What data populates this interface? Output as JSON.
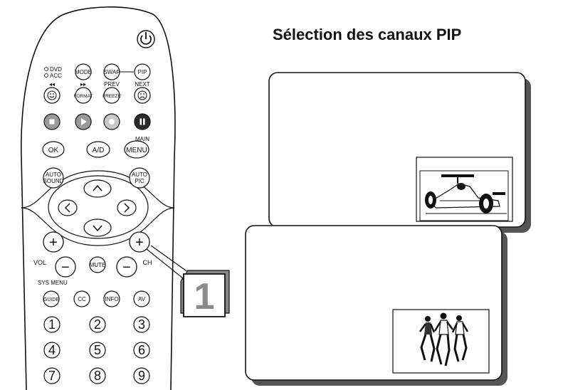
{
  "page": {
    "title": "Sélection des canaux PIP"
  },
  "remote": {
    "status_dvd": "DVD",
    "status_acc": "ACC",
    "top_buttons": {
      "mode": "MODE",
      "swap": "SWAP",
      "pip": "PIP"
    },
    "small_labels": {
      "rewind": "◂◂",
      "forward": "▸▸",
      "prev": "PREV",
      "next": "NEXT",
      "main": "MAIN",
      "sys_menu": "SYS MENU"
    },
    "row_buttons": {
      "format": "FORMAT",
      "freeze": "FREEZE"
    },
    "nav": {
      "ok": "OK",
      "ad": "A/D",
      "menu": "MENU"
    },
    "auto": {
      "sound_1": "AUTO",
      "sound_2": "SOUND",
      "pic_1": "AUTO",
      "pic_2": "PIC"
    },
    "vol_label": "VOL",
    "ch_label": "CH",
    "plus": "+",
    "minus": "−",
    "mute": "MUTE",
    "lower_buttons": {
      "guide": "GUIDE",
      "cc": "CC",
      "info": "INFO",
      "av": "AV"
    },
    "digits": [
      "1",
      "2",
      "3",
      "4",
      "5",
      "6",
      "7",
      "8",
      "9"
    ]
  },
  "callout": {
    "step_number": "1"
  },
  "icons": {
    "power": "power-icon",
    "transport": [
      "stop-icon",
      "play-icon",
      "record-icon",
      "pause-icon"
    ],
    "arrows": [
      "arrow-up-icon",
      "arrow-left-icon",
      "arrow-right-icon",
      "arrow-down-icon"
    ],
    "pip_images": [
      "race-car-image",
      "runners-image"
    ]
  }
}
